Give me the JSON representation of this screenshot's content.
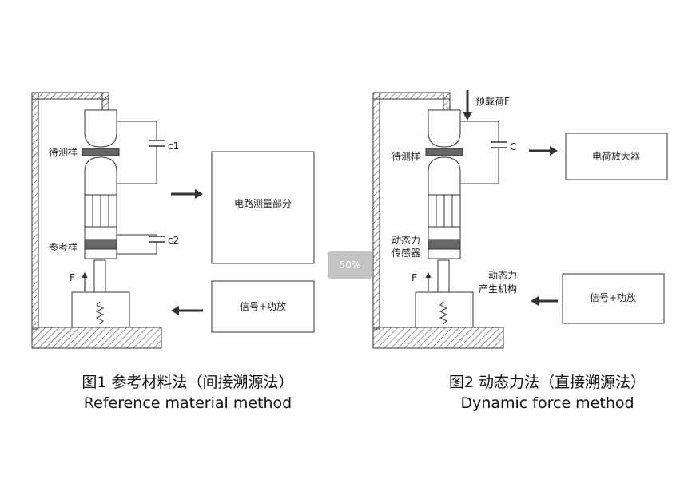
{
  "zoom_badge": "50%",
  "figure1": {
    "sample_label": "待测样",
    "c1_label": "c1",
    "reference_label": "参考样",
    "c2_label": "c2",
    "force_label": "F",
    "circuit_box": "电路测量部分",
    "signal_box": "信号+功放",
    "caption_cn": "图1 参考材料法（间接溯源法）",
    "caption_en": "Reference material method"
  },
  "figure2": {
    "preload_label": "预载荷F",
    "sample_label": "待测样",
    "c_label": "C",
    "sensor_label_line1": "动态力",
    "sensor_label_line2": "传感器",
    "force_label": "F",
    "generator_label_line1": "动态力",
    "generator_label_line2": "产生机构",
    "charge_amp_box": "电荷放大器",
    "signal_box": "信号+功放",
    "caption_cn": "图2 动态力法（直接溯源法）",
    "caption_en": "Dynamic force method"
  }
}
